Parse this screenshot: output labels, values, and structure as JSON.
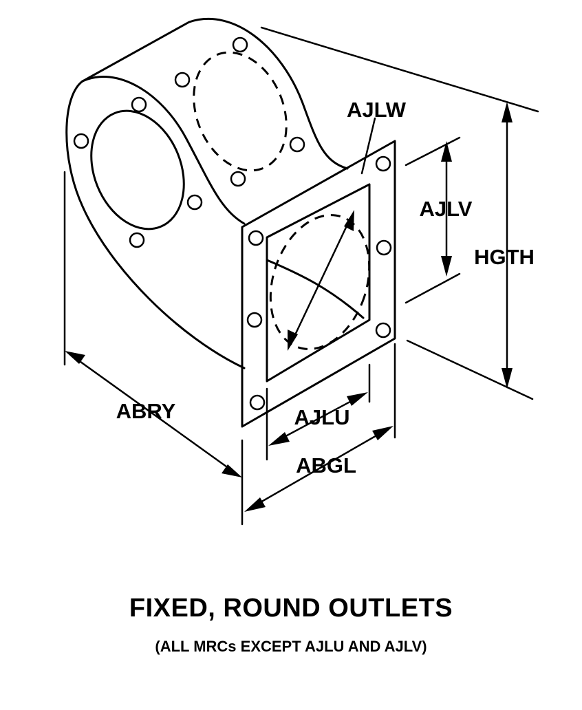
{
  "labels": {
    "ajlw": "AJLW",
    "ajlv": "AJLV",
    "hgth": "HGTH",
    "abry": "ABRY",
    "ajlu": "AJLU",
    "abgl": "ABGL"
  },
  "caption": {
    "title": "FIXED, ROUND OUTLETS",
    "subtitle": "(ALL MRCs EXCEPT AJLU AND AJLV)"
  }
}
